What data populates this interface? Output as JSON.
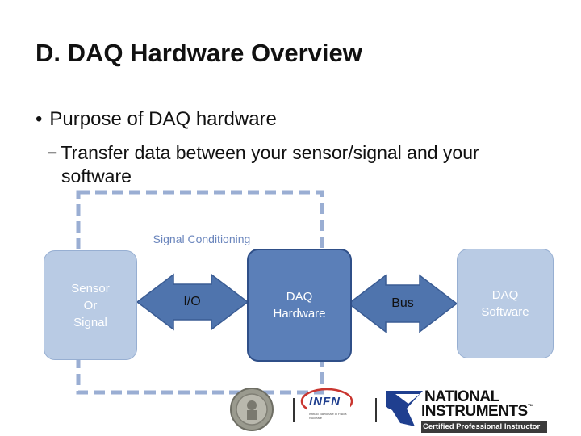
{
  "slide": {
    "title": "D. DAQ Hardware Overview",
    "bullet_marker": "•",
    "bullet1": "Purpose of DAQ hardware",
    "sub_marker": "−",
    "bullet2_line1": "Transfer data between your sensor/signal and your",
    "bullet2_line2": "software"
  },
  "diagram": {
    "signal_conditioning_label": "Signal Conditioning",
    "sensor_label": "Sensor\nOr\nSignal",
    "io_label": "I/O",
    "daq_hardware_label": "DAQ\nHardware",
    "bus_label": "Bus",
    "daq_software_label": "DAQ\nSoftware"
  },
  "logos": {
    "infn_text": "INFN",
    "infn_subtext": "Istituto Nazionale di Fisica Nucleare",
    "ni_line1": "NATIONAL",
    "ni_line2": "INSTRUMENTS",
    "ni_trademark": "™",
    "ni_banner": "Certified Professional Instructor"
  },
  "colors": {
    "title_text": "#111111",
    "signal_conditioning_border": "#9aaed3",
    "signal_conditioning_text": "#6b86bd",
    "light_box_fill": "#b9cbe4",
    "dark_box_fill": "#5b7fb8",
    "arrow_fill": "#4f74ad"
  }
}
